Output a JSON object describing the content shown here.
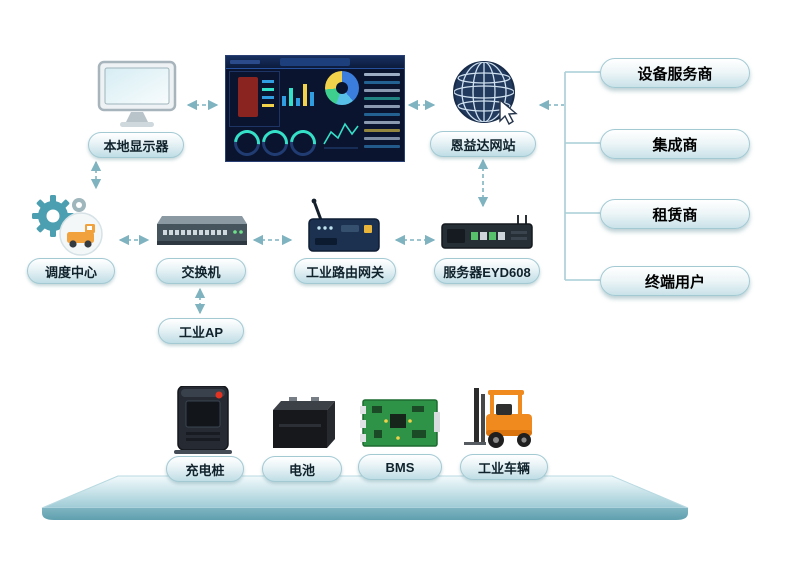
{
  "nodes": {
    "local_display": {
      "label": "本地显示器"
    },
    "website": {
      "label": "恩益达网站"
    },
    "dispatch_center": {
      "label": "调度中心"
    },
    "switch": {
      "label": "交换机"
    },
    "gateway": {
      "label": "工业路由网关"
    },
    "server": {
      "label": "服务器EYD608"
    },
    "industrial_ap": {
      "label": "工业AP"
    },
    "charging_pile": {
      "label": "充电桩"
    },
    "battery": {
      "label": "电池"
    },
    "bms": {
      "label": "BMS"
    },
    "industrial_vehicle": {
      "label": "工业车辆"
    }
  },
  "stakeholders": [
    {
      "label": "设备服务商"
    },
    {
      "label": "集成商"
    },
    {
      "label": "租赁商"
    },
    {
      "label": "终端用户"
    }
  ],
  "colors": {
    "accent": "#4b9fb0",
    "arrow": "#7fb3c0",
    "bracket": "#a9cdd7",
    "platform_top": "#a7d0da",
    "platform_front": "#5f9fae"
  }
}
